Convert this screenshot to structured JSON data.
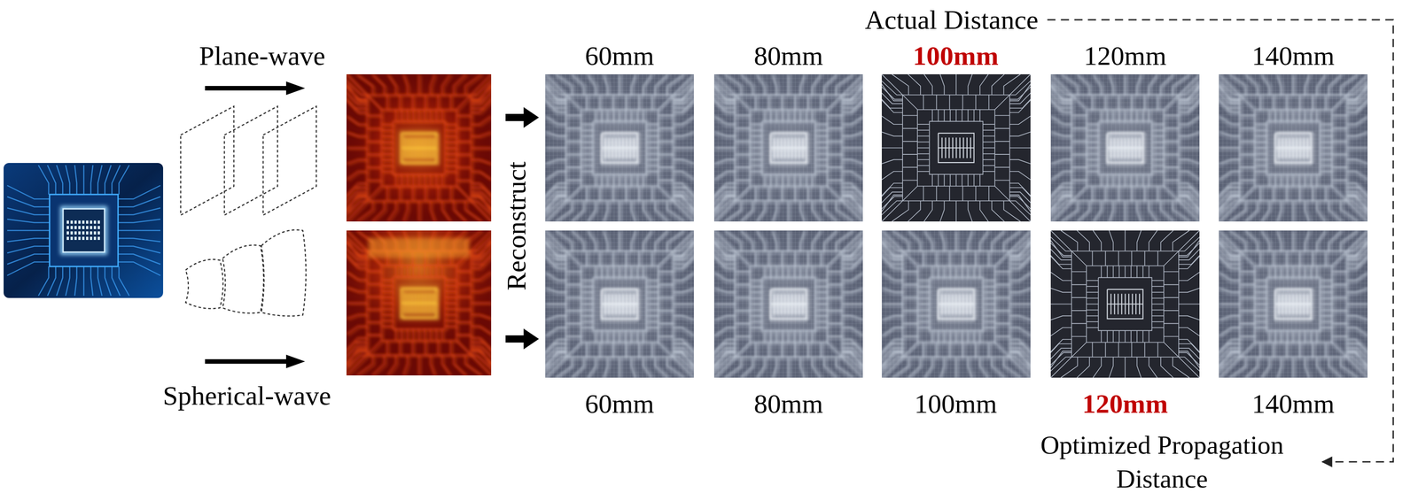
{
  "diagram": {
    "labels": [
      "Actual Distance",
      "Plane-wave",
      "60mm",
      "80mm",
      "100mm",
      "120mm",
      "140mm",
      "Reconstruct",
      "Spherical-wave",
      "60mm",
      "80mm",
      "100mm",
      "120mm",
      "140mm",
      "Optimized Propagation Distance"
    ]
  }
}
